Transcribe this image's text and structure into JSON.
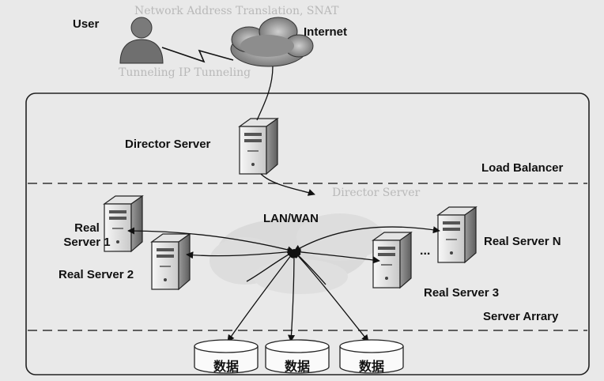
{
  "labels": {
    "user": "User",
    "internet": "Internet",
    "director_server": "Director Server",
    "load_balancer": "Load Balancer",
    "lan_wan": "LAN/WAN",
    "real_server_1": "Real\nServer 1",
    "real_server_2": "Real Server 2",
    "real_server_3": "Real Server 3",
    "real_server_n": "Real Server N",
    "ellipsis": "...",
    "server_array": "Server Arrary",
    "db1": "数据",
    "db2": "数据",
    "db3": "数据"
  },
  "background_text": {
    "line1": "Network Address Translation, SNAT",
    "line2": "Tunneling IP Tunneling",
    "line3": "Director Server"
  },
  "colors": {
    "background": "#e9e9e9",
    "frame": "#222222",
    "server_light": "#f2f2f2",
    "server_dark": "#8a8a8a",
    "cloud_grey": "#9a9a9a",
    "cloud_light": "#d6d6d6",
    "user_fill": "#7a7a7a"
  }
}
